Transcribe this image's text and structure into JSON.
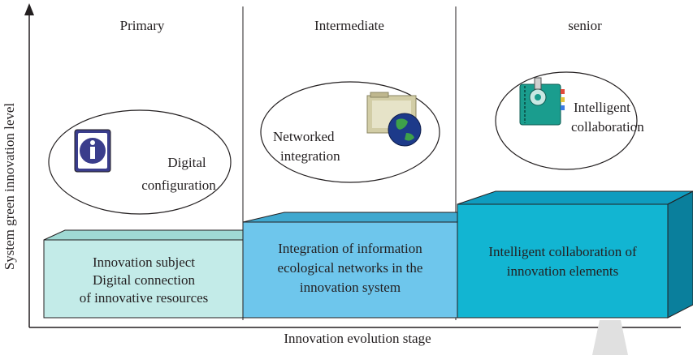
{
  "stages": [
    {
      "title": "Primary"
    },
    {
      "title": "Intermediate"
    },
    {
      "title": "senior"
    }
  ],
  "ellipses": [
    {
      "lines": [
        "Digital",
        "configuration"
      ],
      "icon": "info-icon"
    },
    {
      "lines": [
        "Networked",
        "integration"
      ],
      "icon": "globe-folder-icon"
    },
    {
      "lines": [
        "Intelligent",
        "collaboration"
      ],
      "icon": "notebook-gear-icon"
    }
  ],
  "boxes": [
    {
      "lines": [
        "Innovation subject",
        "Digital connection",
        "of innovative resources"
      ],
      "color": "#c3ebe8"
    },
    {
      "lines": [
        "Integration of information",
        "ecological networks in the",
        "innovation system"
      ],
      "color": "#6ec6ec"
    },
    {
      "lines": [
        "Intelligent collaboration of",
        "innovation elements"
      ],
      "color": "#12b5d2"
    }
  ],
  "axes": {
    "y_label": "System green innovation level",
    "x_label": "Innovation evolution stage"
  }
}
